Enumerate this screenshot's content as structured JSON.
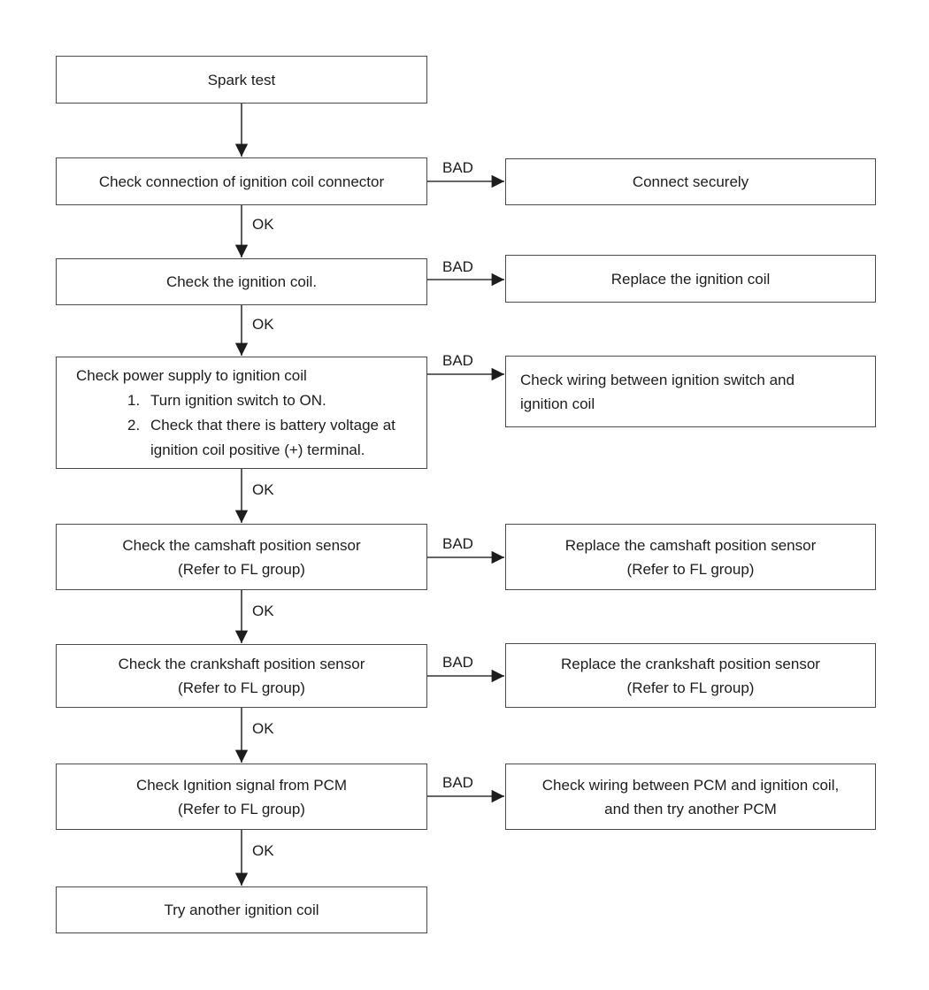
{
  "labels": {
    "ok": "OK",
    "bad": "BAD"
  },
  "nodes": {
    "spark_test": {
      "text": "Spark test"
    },
    "check_connection": {
      "text": "Check connection of ignition coil connector"
    },
    "connect_securely": {
      "text": "Connect securely"
    },
    "check_coil": {
      "text": "Check the ignition coil."
    },
    "replace_coil": {
      "text": "Replace the ignition coil"
    },
    "check_power": {
      "title": "Check power supply to ignition coil",
      "steps": [
        {
          "num": "1.",
          "text": "Turn ignition switch to ON."
        },
        {
          "num": "2.",
          "text": "Check that there is battery voltage at ignition coil positive (+) terminal."
        }
      ]
    },
    "check_wiring_switch": {
      "text": "Check wiring between ignition switch and ignition coil"
    },
    "check_camshaft": {
      "line1": "Check the camshaft position sensor",
      "line2": "(Refer to FL group)"
    },
    "replace_camshaft": {
      "line1": "Replace the camshaft position sensor",
      "line2": "(Refer to FL group)"
    },
    "check_crankshaft": {
      "line1": "Check the crankshaft position sensor",
      "line2": "(Refer to FL group)"
    },
    "replace_crankshaft": {
      "line1": "Replace the crankshaft position sensor",
      "line2": "(Refer to FL group)"
    },
    "check_pcm": {
      "line1": "Check Ignition signal from PCM",
      "line2": "(Refer to FL group)"
    },
    "check_wiring_pcm": {
      "line1": "Check wiring between PCM and ignition coil,",
      "line2": "and then try another PCM"
    },
    "try_another": {
      "text": "Try another ignition coil"
    }
  },
  "colors": {
    "background": "#ffffff",
    "box_border": "#4a4a4a",
    "line": "#333333",
    "text": "#1d1d1d"
  }
}
